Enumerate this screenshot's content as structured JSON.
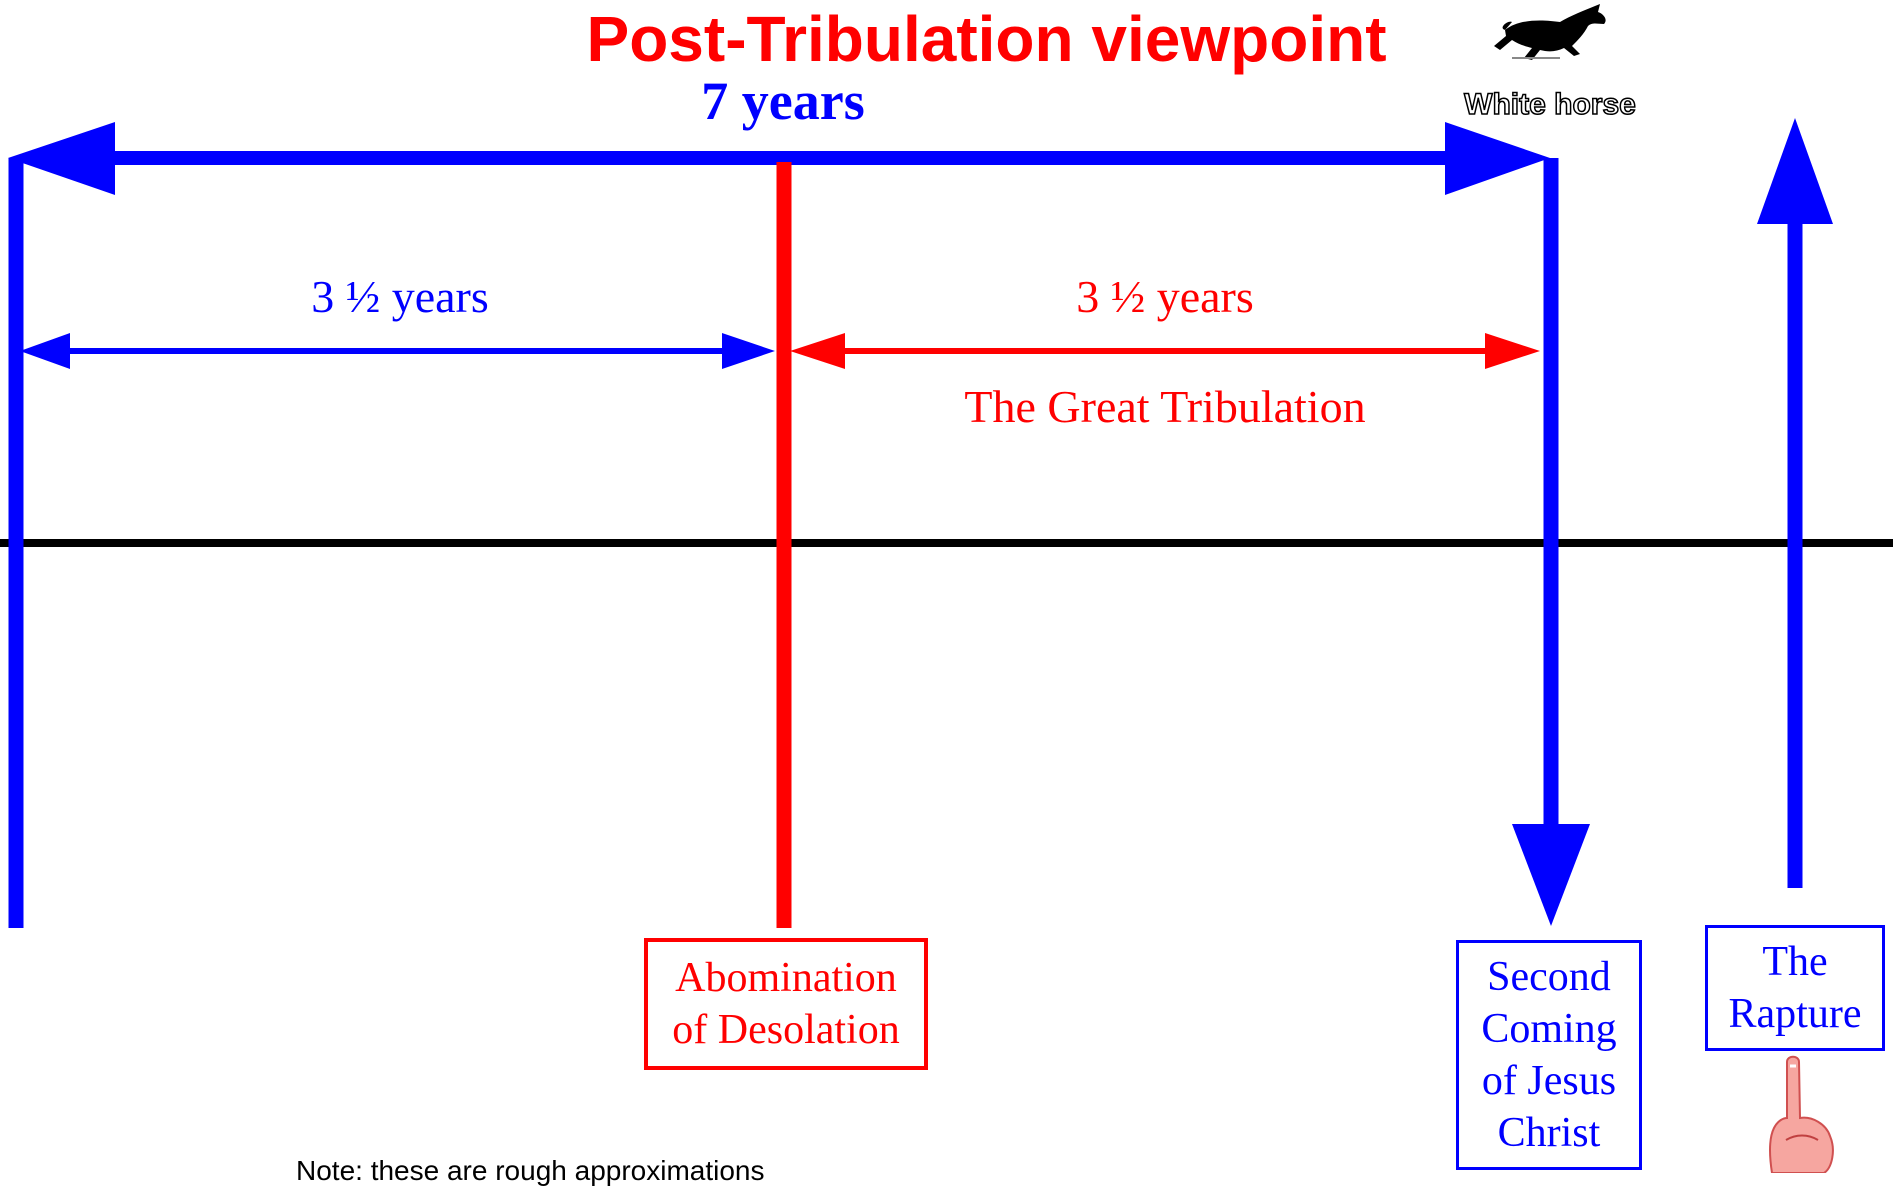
{
  "title": "Post-Tribulation viewpoint",
  "full_period_label": "7 years",
  "white_horse_label": "White horse",
  "first_half_label": "3 ½ years",
  "second_half_label": "3 ½ years",
  "great_tribulation_label": "The Great Tribulation",
  "abomination_label": "Abomination\nof Desolation",
  "second_coming_label": "Second\nComing\nof Jesus\nChrist",
  "rapture_label": "The\nRapture",
  "note": "Note: these are rough approximations",
  "icons": [
    "horse-icon",
    "pointing-finger-icon"
  ],
  "colors": {
    "blue": "#0000ff",
    "red": "#ff0000",
    "black": "#000000"
  }
}
